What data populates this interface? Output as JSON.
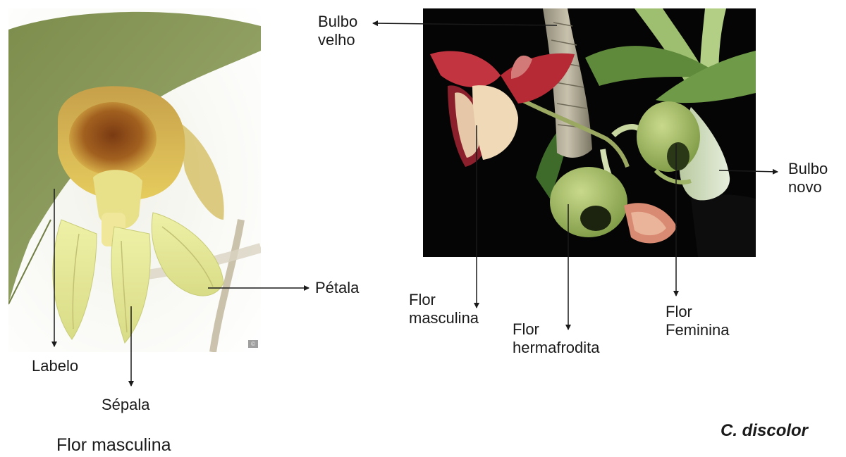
{
  "left_figure": {
    "caption": "Flor masculina",
    "labels": {
      "labelo": "Labelo",
      "sepala": "Sépala",
      "petala": "Pétala"
    }
  },
  "right_figure": {
    "caption": "C. discolor",
    "labels": {
      "bulbo_velho": [
        "Bulbo",
        "velho"
      ],
      "bulbo_novo": [
        "Bulbo",
        "novo"
      ],
      "flor_masculina": [
        "Flor",
        "masculina"
      ],
      "flor_hermafrodita": [
        "Flor",
        "hermafrodita"
      ],
      "flor_feminina": [
        "Flor",
        "Feminina"
      ]
    }
  },
  "colors": {
    "arrow": "#1a1a1a",
    "text": "#1a1a1a",
    "left_background_leaf": "#8a9a5b",
    "right_background": "#050505"
  }
}
